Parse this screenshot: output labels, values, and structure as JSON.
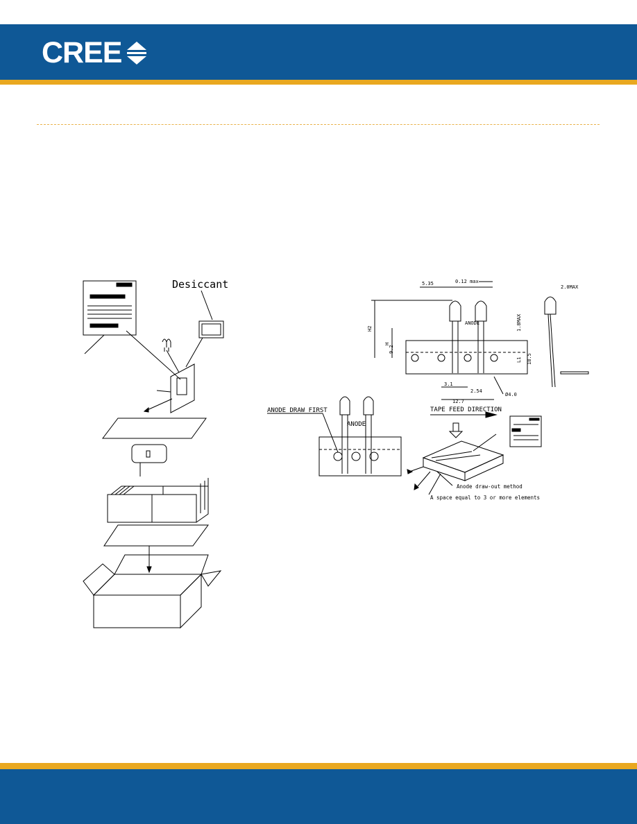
{
  "brand": {
    "name": "CREE",
    "header_color": "#0f5896",
    "accent_color": "#e9a820"
  },
  "packing_figure": {
    "desiccant_label": "Desiccant"
  },
  "tape_figure": {
    "dim_top_left": "5.35",
    "dim_top_mid": "0.12 max",
    "dim_side": "2.0MAX",
    "dim_h2": "H2",
    "dim_h": "H",
    "dim_92": "9.2",
    "dim_18max": "1.8MAX",
    "dim_l1": "L1",
    "dim_185": "18.5",
    "dim_31": "3.1",
    "dim_254": "2.54",
    "dim_127": "12.7",
    "dim_hole": "Ø4.0",
    "anode_small": "ANODE",
    "anode_draw_first": "ANODE DRAW FIRST",
    "anode_label": "ANODE",
    "tape_feed_direction": "TAPE FEED DIRECTION",
    "draw_out_method": "Anode draw-out method",
    "space_note": "A space equal to 3 or more elements"
  }
}
